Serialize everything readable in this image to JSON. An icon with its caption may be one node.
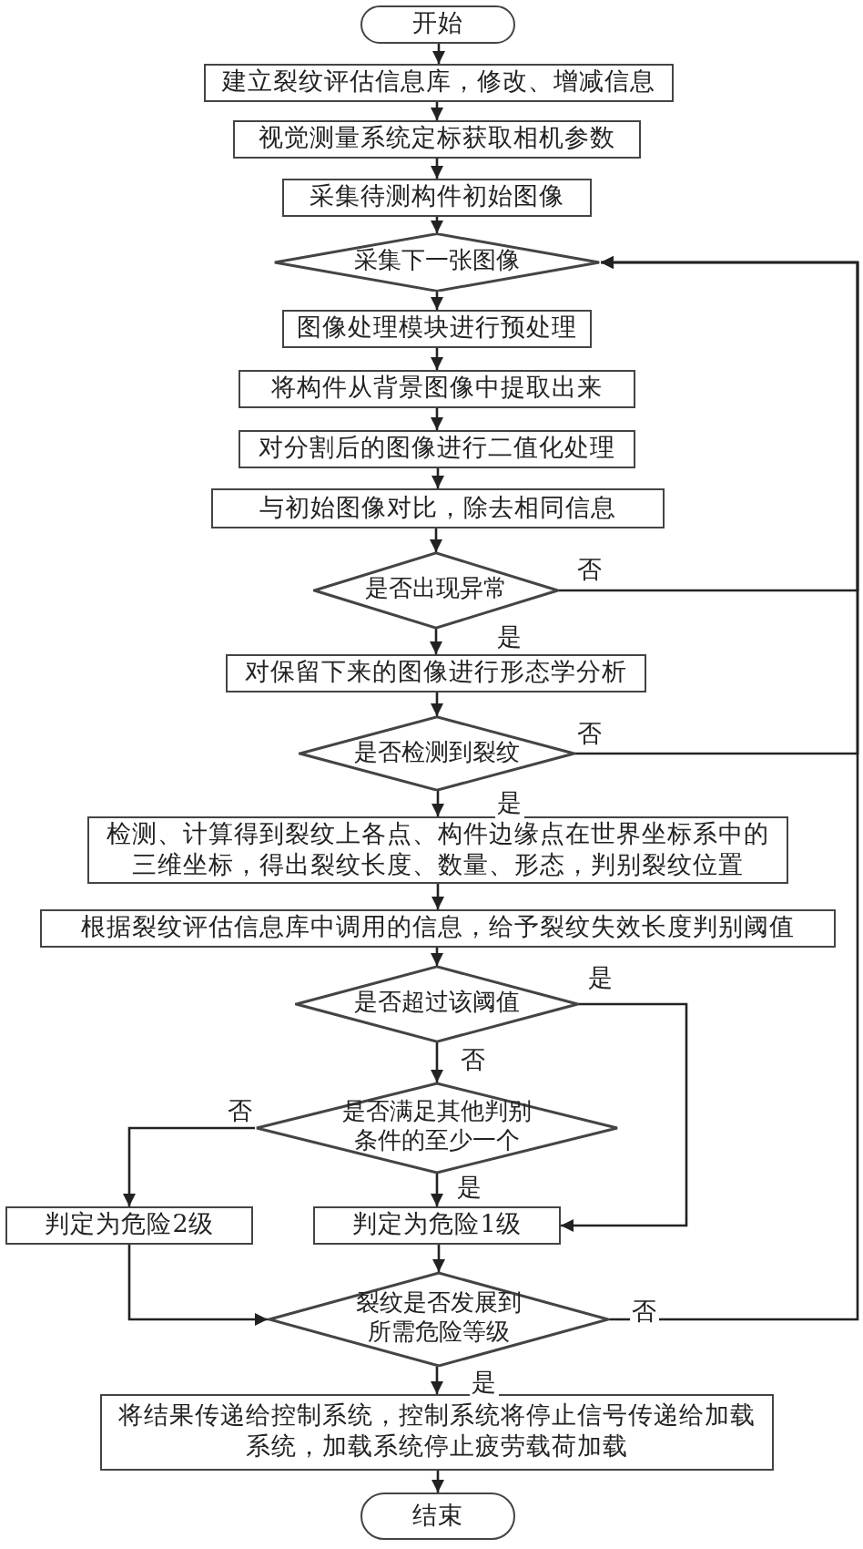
{
  "diagram": {
    "nodes": [
      {
        "text": [
          "开始"
        ]
      },
      {
        "text": [
          "建立裂纹评估信息库，修改、增减信息"
        ]
      },
      {
        "text": [
          "视觉测量系统定标获取相机参数"
        ]
      },
      {
        "text": [
          "采集待测构件初始图像"
        ]
      },
      {
        "text": [
          "采集下一张图像"
        ]
      },
      {
        "text": [
          "图像处理模块进行预处理"
        ]
      },
      {
        "text": [
          "将构件从背景图像中提取出来"
        ]
      },
      {
        "text": [
          "对分割后的图像进行二值化处理"
        ]
      },
      {
        "text": [
          "与初始图像对比，除去相同信息"
        ]
      },
      {
        "text": [
          "是否出现异常"
        ]
      },
      {
        "text": [
          "对保留下来的图像进行形态学分析"
        ]
      },
      {
        "text": [
          "是否检测到裂纹"
        ]
      },
      {
        "text": [
          "检测、计算得到裂纹上各点、构件边缘点在世界坐标系中的三维坐标，得出裂纹长度、数量、形态，判别裂纹位置"
        ]
      },
      {
        "text": [
          "根据裂纹评估信息库中调用的信息，给予裂纹失效长度判别阈值"
        ]
      },
      {
        "text": [
          "是否超过该阈值"
        ]
      },
      {
        "text": [
          "是否满足其他判别条件的至少一个"
        ]
      },
      {
        "text": [
          "判定为危险2级"
        ]
      },
      {
        "text": [
          "判定为危险1级"
        ]
      },
      {
        "text": [
          "裂纹是否发展到所需危险等级"
        ]
      },
      {
        "text": [
          "将结果传递给控制系统，控制系统将停止信号传递给加载系统，加载系统停止疲劳载荷加载"
        ]
      },
      {
        "text": [
          "结束"
        ]
      }
    ],
    "edges": [
      {
        "from": 0,
        "to": 1,
        "arrow": "to"
      },
      {
        "from": 1,
        "to": 2,
        "arrow": "to"
      },
      {
        "from": 2,
        "to": 3,
        "arrow": "to"
      },
      {
        "from": 3,
        "to": 4,
        "arrow": "to"
      },
      {
        "from": 4,
        "to": 5,
        "arrow": "to"
      },
      {
        "from": 5,
        "to": 6,
        "arrow": "to"
      },
      {
        "from": 6,
        "to": 7,
        "arrow": "to"
      },
      {
        "from": 7,
        "to": 8,
        "arrow": "to"
      },
      {
        "from": 8,
        "to": 9,
        "arrow": "to"
      },
      {
        "from": 9,
        "to": 10,
        "arrow": "to",
        "label": "是"
      },
      {
        "from": 9,
        "to": 4,
        "arrow": "to",
        "label": "否"
      },
      {
        "from": 10,
        "to": 11,
        "arrow": "to"
      },
      {
        "from": 11,
        "to": 12,
        "arrow": "to",
        "label": "是"
      },
      {
        "from": 11,
        "to": 4,
        "arrow": "to",
        "label": "否"
      },
      {
        "from": 12,
        "to": 13,
        "arrow": "to"
      },
      {
        "from": 13,
        "to": 14,
        "arrow": "to"
      },
      {
        "from": 14,
        "to": 17,
        "arrow": "to",
        "label": "是"
      },
      {
        "from": 14,
        "to": 15,
        "arrow": "to",
        "label": "否"
      },
      {
        "from": 15,
        "to": 16,
        "arrow": "to",
        "label": "否"
      },
      {
        "from": 15,
        "to": 17,
        "arrow": "to",
        "label": "是"
      },
      {
        "from": 16,
        "to": 18,
        "arrow": "to"
      },
      {
        "from": 17,
        "to": 18,
        "arrow": "to"
      },
      {
        "from": 18,
        "to": 4,
        "arrow": "to",
        "label": "否"
      },
      {
        "from": 18,
        "to": 19,
        "arrow": "to",
        "label": "是"
      },
      {
        "from": 19,
        "to": 20,
        "arrow": "to"
      }
    ]
  }
}
